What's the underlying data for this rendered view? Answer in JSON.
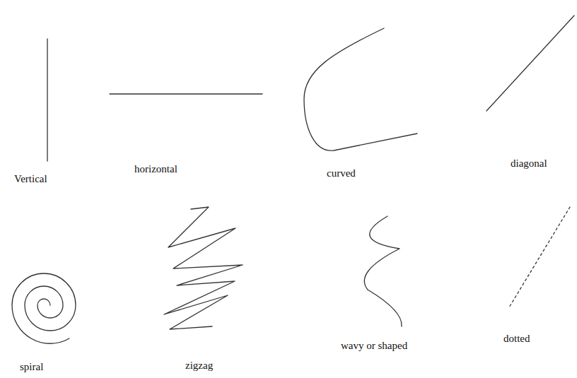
{
  "diagram": {
    "labels": [
      "Vertical",
      "horizontal",
      "curved",
      "diagonal",
      "spiral",
      "zigzag",
      "wavy or shaped",
      "dotted"
    ]
  }
}
